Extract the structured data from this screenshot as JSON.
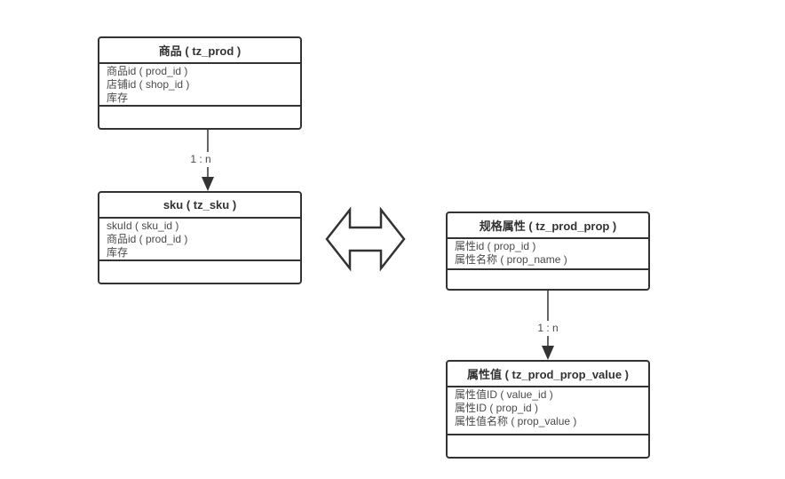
{
  "diagram": {
    "type": "er-diagram",
    "colors": {
      "background": "#ffffff",
      "border": "#333333",
      "title_text": "#333333",
      "field_text": "#4a4a4a"
    },
    "tables": [
      {
        "name": "prod",
        "title": "商品 ( tz_prod )",
        "fields": [
          "商品id ( prod_id )",
          "店铺id ( shop_id )",
          "库存"
        ]
      },
      {
        "name": "sku",
        "title": "sku ( tz_sku )",
        "fields": [
          "skuId ( sku_id )",
          "商品id ( prod_id )",
          "库存"
        ]
      },
      {
        "name": "prop",
        "title": "规格属性 ( tz_prod_prop )",
        "fields": [
          "属性id ( prop_id )",
          "属性名称 ( prop_name )"
        ]
      },
      {
        "name": "value",
        "title": "属性值 ( tz_prod_prop_value )",
        "fields": [
          "属性值ID ( value_id )",
          "属性ID ( prop_id )",
          "属性值名称 ( prop_value )"
        ]
      }
    ],
    "relations": [
      {
        "from": "商品 ( tz_prod )",
        "to": "sku ( tz_sku )",
        "label": "1 : n"
      },
      {
        "from": "规格属性 ( tz_prod_prop )",
        "to": "属性值 ( tz_prod_prop_value )",
        "label": "1 : n"
      }
    ],
    "icons": {
      "sync_arrow": "double-horizontal-arrow"
    }
  }
}
